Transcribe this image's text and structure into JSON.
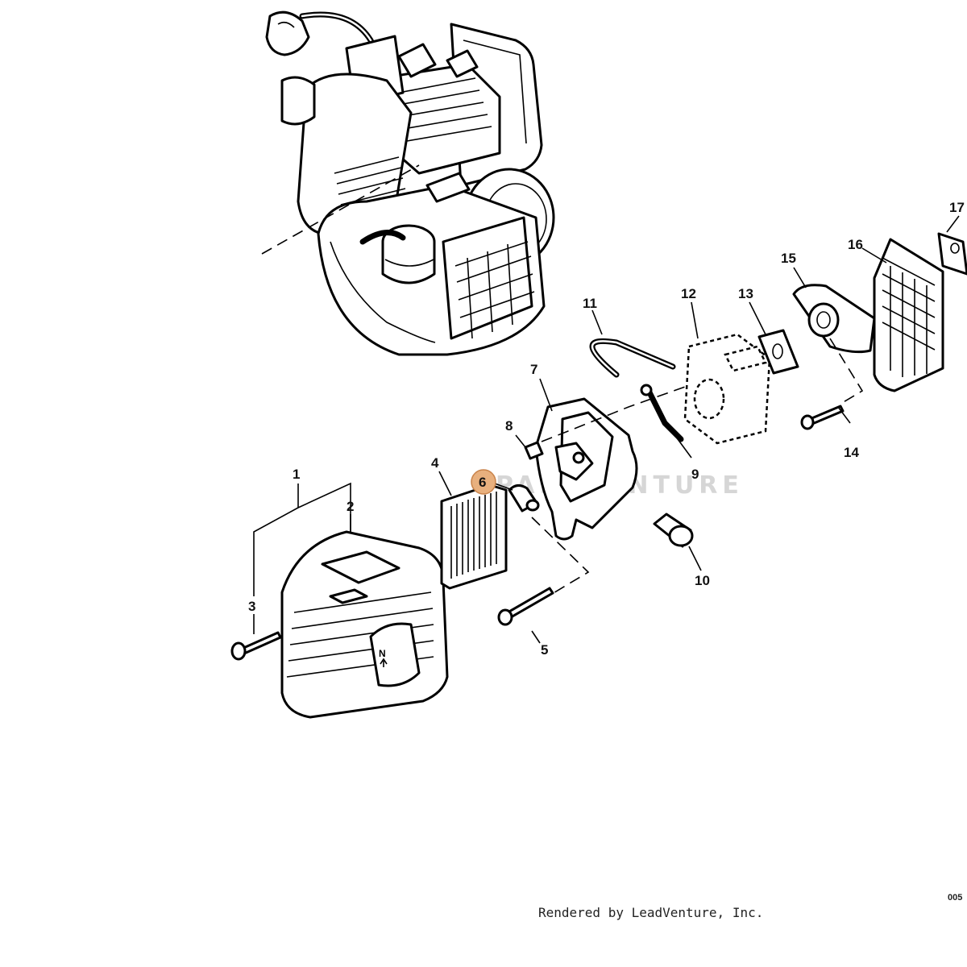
{
  "diagram": {
    "callouts": [
      "1",
      "2",
      "3",
      "4",
      "5",
      "6",
      "7",
      "8",
      "9",
      "10",
      "11",
      "12",
      "13",
      "14",
      "15",
      "16",
      "17"
    ],
    "highlighted_callout": "6",
    "watermark": "PARTVENTURE",
    "footer": "Rendered by LeadVenture, Inc.",
    "drawing_code": "005",
    "colors": {
      "highlight": "#e8b07e",
      "line": "#000000",
      "background": "#ffffff"
    }
  }
}
